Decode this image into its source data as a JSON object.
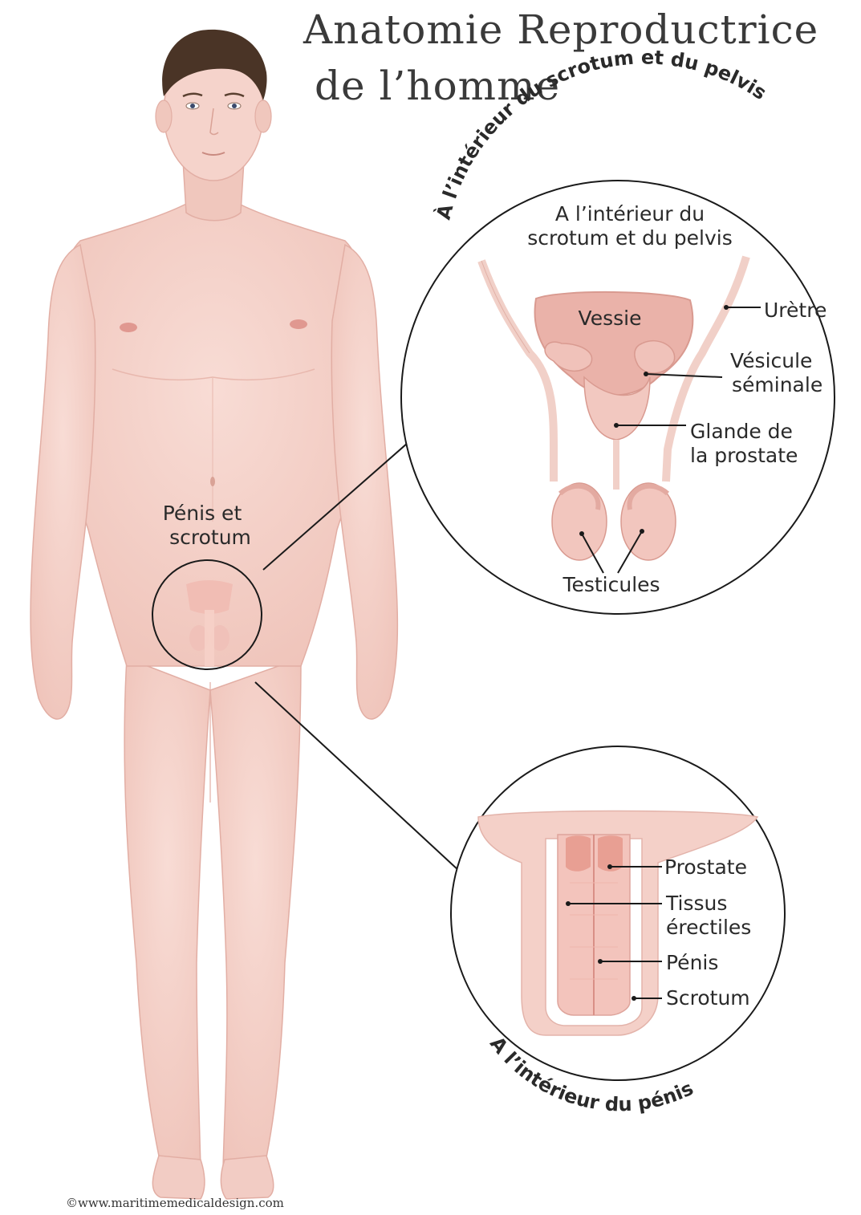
{
  "title": {
    "line1": "Anatomie Reproductrice",
    "line2": "de l’homme"
  },
  "body_label": {
    "line1": "Pénis et",
    "line2": "scrotum"
  },
  "pelvis_callout": {
    "arc_text": "À l’intérieur du scrotum et du pelvis",
    "heading_line1": "A l’intérieur du",
    "heading_line2": "scrotum et du pelvis",
    "labels": {
      "vessie": "Vessie",
      "uretre": "Urètre",
      "vesicule_1": "Vésicule",
      "vesicule_2": "séminale",
      "glande_1": "Glande de",
      "glande_2": "la prostate",
      "testicules": "Testicules"
    }
  },
  "penis_callout": {
    "arc_text": "A l’intérieur du pénis",
    "labels": {
      "prostate": "Prostate",
      "tissus_1": "Tissus",
      "tissus_2": "érectiles",
      "penis": "Pénis",
      "scrotum": "Scrotum"
    }
  },
  "copyright": "©www.maritimemedicaldesign.com",
  "colors": {
    "skin": "#f4d2cb",
    "skin_shadow": "#e8b5ab",
    "organ": "#eab2a9",
    "organ_dark": "#d98f86",
    "line": "#1a1a1a",
    "hair": "#4a3426"
  }
}
